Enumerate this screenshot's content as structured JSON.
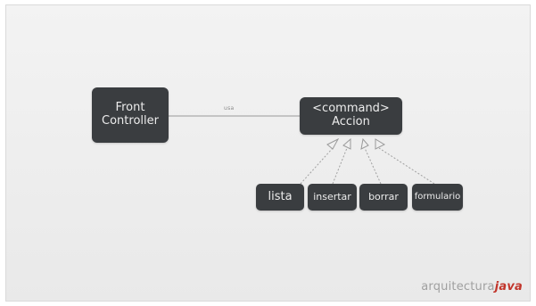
{
  "diagram": {
    "nodes": {
      "front_controller": {
        "line1": "Front",
        "line2": "Controller"
      },
      "accion": {
        "line1": "<command>",
        "line2": "Accion"
      },
      "lista": "lista",
      "insertar": "insertar",
      "borrar": "borrar",
      "formulario": "formulario"
    },
    "edge_label": "usa"
  },
  "watermark": {
    "part1": "arquitectura",
    "part2": "java"
  },
  "colors": {
    "node_fill": "#3a3d40",
    "node_text": "#ececec",
    "watermark_accent": "#c2352b"
  }
}
